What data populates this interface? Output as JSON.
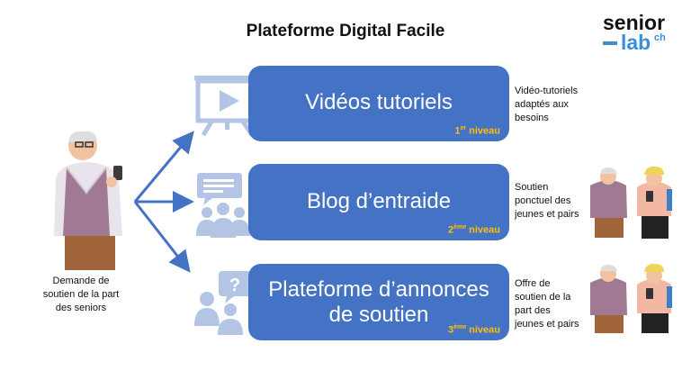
{
  "title": "Plateforme Digital Facile",
  "logo": {
    "word1": "senior",
    "word2": "lab",
    "suffix": "ch"
  },
  "levels": [
    {
      "label": "Vidéos tutoriels",
      "level_num": "1",
      "level_sup": "er",
      "level_word": " niveau",
      "description": [
        "Vidéo-tutoriels",
        "adaptés aux",
        "besoins"
      ]
    },
    {
      "label": "Blog d’entraide",
      "level_num": "2",
      "level_sup": "ème",
      "level_word": " niveau",
      "description": [
        "Soutien",
        "ponctuel des",
        "jeunes et pairs"
      ]
    },
    {
      "label_lines": [
        "Plateforme d’annonces",
        "de soutien"
      ],
      "level_num": "3",
      "level_sup": "ème",
      "level_word": " niveau",
      "description": [
        "Offre de",
        "soutien de la",
        "part des",
        "jeunes et pairs"
      ]
    }
  ],
  "senior_caption": [
    "Demande de",
    "soutien de la part",
    "des seniors"
  ],
  "colors": {
    "box": "#4472c4",
    "level": "#ffc000",
    "icon": "#b4c4e4",
    "arrow": "#4472c4",
    "logo_accent": "#3a8fdd"
  },
  "icons": [
    "presentation-video-icon",
    "chat-group-icon",
    "question-group-icon"
  ]
}
